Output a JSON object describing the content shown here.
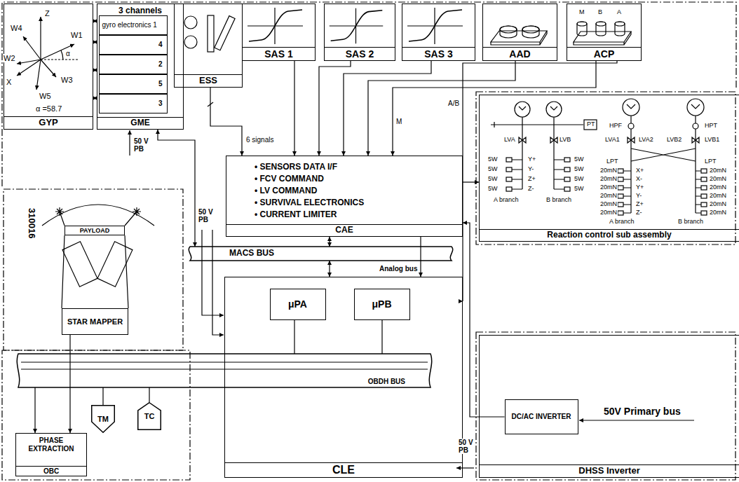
{
  "diagram": {
    "nodes": [
      {
        "text": [
          "GYP"
        ]
      },
      {
        "text": [
          "3 channels",
          "GME"
        ]
      },
      {
        "text": [
          "gyro electronics 1"
        ],
        "in": 1
      },
      {
        "text": [
          "4"
        ],
        "in": 1
      },
      {
        "text": [
          "2"
        ],
        "in": 1
      },
      {
        "text": [
          "5"
        ],
        "in": 1
      },
      {
        "text": [
          "3"
        ],
        "in": 1
      },
      {
        "text": [
          "ESS"
        ]
      },
      {
        "text": [
          "SAS 1"
        ]
      },
      {
        "text": [
          "SAS 2"
        ]
      },
      {
        "text": [
          "SAS 3"
        ]
      },
      {
        "text": [
          "AAD"
        ]
      },
      {
        "text": [
          "ACP"
        ]
      },
      {
        "text": [
          "• SENSORS DATA I/F",
          "• FCV COMMAND",
          "• LV COMMAND",
          "• SURVIVAL ELECTRONICS",
          "• CURRENT LIMITER",
          "CAE"
        ]
      },
      {
        "text": [
          "Reaction control sub assembly"
        ]
      },
      {
        "text": [
          "PAYLOAD"
        ]
      },
      {
        "text": [
          "STAR MAPPER"
        ]
      },
      {
        "text": [
          "MACS BUS"
        ]
      },
      {
        "text": [
          "CLE"
        ]
      },
      {
        "text": [
          "μPA"
        ],
        "in": 18
      },
      {
        "text": [
          "μPB"
        ],
        "in": 18
      },
      {
        "text": [
          "OBDH BUS"
        ]
      },
      {
        "text": [
          "PHASE EXTRACTION",
          "OBC"
        ]
      },
      {
        "text": [
          "TM"
        ]
      },
      {
        "text": [
          "TC"
        ]
      },
      {
        "text": [
          "DHSS Inverter"
        ]
      },
      {
        "text": [
          "DC/AC INVERTER"
        ],
        "in": 25
      }
    ],
    "edges": [
      {
        "from": 0,
        "to": 1,
        "arrow": "both"
      },
      {
        "from": 0,
        "to": 1,
        "arrow": "both"
      },
      {
        "from": 0,
        "to": 1,
        "arrow": "both"
      },
      {
        "from": 0,
        "to": 1,
        "arrow": "both"
      },
      {
        "from": 1,
        "to": 17,
        "arrow": "both"
      },
      {
        "from": 7,
        "to": 13,
        "label": "6 signals",
        "arrow": "to"
      },
      {
        "from": 8,
        "to": 13,
        "arrow": "to"
      },
      {
        "from": 9,
        "to": 13,
        "arrow": "to"
      },
      {
        "from": 10,
        "to": 13,
        "arrow": "to"
      },
      {
        "from": 11,
        "to": 13,
        "arrow": "to"
      },
      {
        "from": 12,
        "to": 13,
        "label": "M",
        "arrow": "to"
      },
      {
        "from": 12,
        "to": 18,
        "label": "A/B",
        "arrow": "to"
      },
      {
        "from": 13,
        "to": 17,
        "arrow": "both"
      },
      {
        "from": 17,
        "to": 18,
        "arrow": "both"
      },
      {
        "from": 13,
        "to": 18,
        "label": "Analog bus",
        "arrow": "to"
      },
      {
        "from": 13,
        "to": 14,
        "arrow": "to"
      },
      {
        "from": 26,
        "to": 13,
        "arrow": "to"
      },
      {
        "from": 16,
        "to": 22,
        "arrow": "to"
      },
      {
        "from": 19,
        "to": 21,
        "arrow": "none"
      },
      {
        "from": 20,
        "to": 21,
        "arrow": "none"
      },
      {
        "from": 21,
        "to": 22,
        "arrow": "to"
      },
      {
        "from": 21,
        "to": 23,
        "arrow": "none"
      },
      {
        "from": 21,
        "to": 24,
        "arrow": "none"
      }
    ],
    "labels": [
      "Z",
      "W4",
      "W1",
      "α",
      "W2",
      "X",
      "W3",
      "W5",
      "α =58.7",
      "M",
      "B",
      "A",
      "50 V PB",
      "50 V PB",
      "PT",
      "LVA",
      "LVB",
      "5W",
      "Y+",
      "5W",
      "Y-",
      "5W",
      "Z+",
      "5W",
      "Z-",
      "5W",
      "5W",
      "5W",
      "5W",
      "A branch",
      "B branch",
      "HPF",
      "HPT",
      "LVA1",
      "LVA2",
      "LVB2",
      "LVB1",
      "LPT",
      "LPT",
      "20mN",
      "X+",
      "20mN",
      "X-",
      "20mN",
      "Y+",
      "20mN",
      "Y-",
      "20mN",
      "Z+",
      "20mN",
      "Z-",
      "20mN",
      "20mN",
      "20mN",
      "20mN",
      "20mN",
      "20mN",
      "A branch",
      "B branch",
      "310016",
      "50 V PB",
      "50V Primary bus"
    ]
  }
}
